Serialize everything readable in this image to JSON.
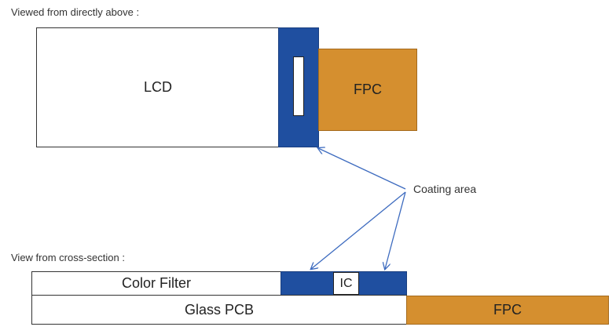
{
  "top_view": {
    "caption": "Viewed from directly above :",
    "lcd_label": "LCD",
    "fpc_label": "FPC"
  },
  "callout": {
    "label": "Coating area"
  },
  "cross_section": {
    "caption": "View from cross-section :",
    "color_filter_label": "Color Filter",
    "ic_label": "IC",
    "glass_pcb_label": "Glass PCB",
    "fpc_label": "FPC"
  },
  "colors": {
    "coating_blue": "#1f4fa0",
    "fpc_orange": "#d58f2f",
    "arrow_blue": "#3d6bbf"
  }
}
